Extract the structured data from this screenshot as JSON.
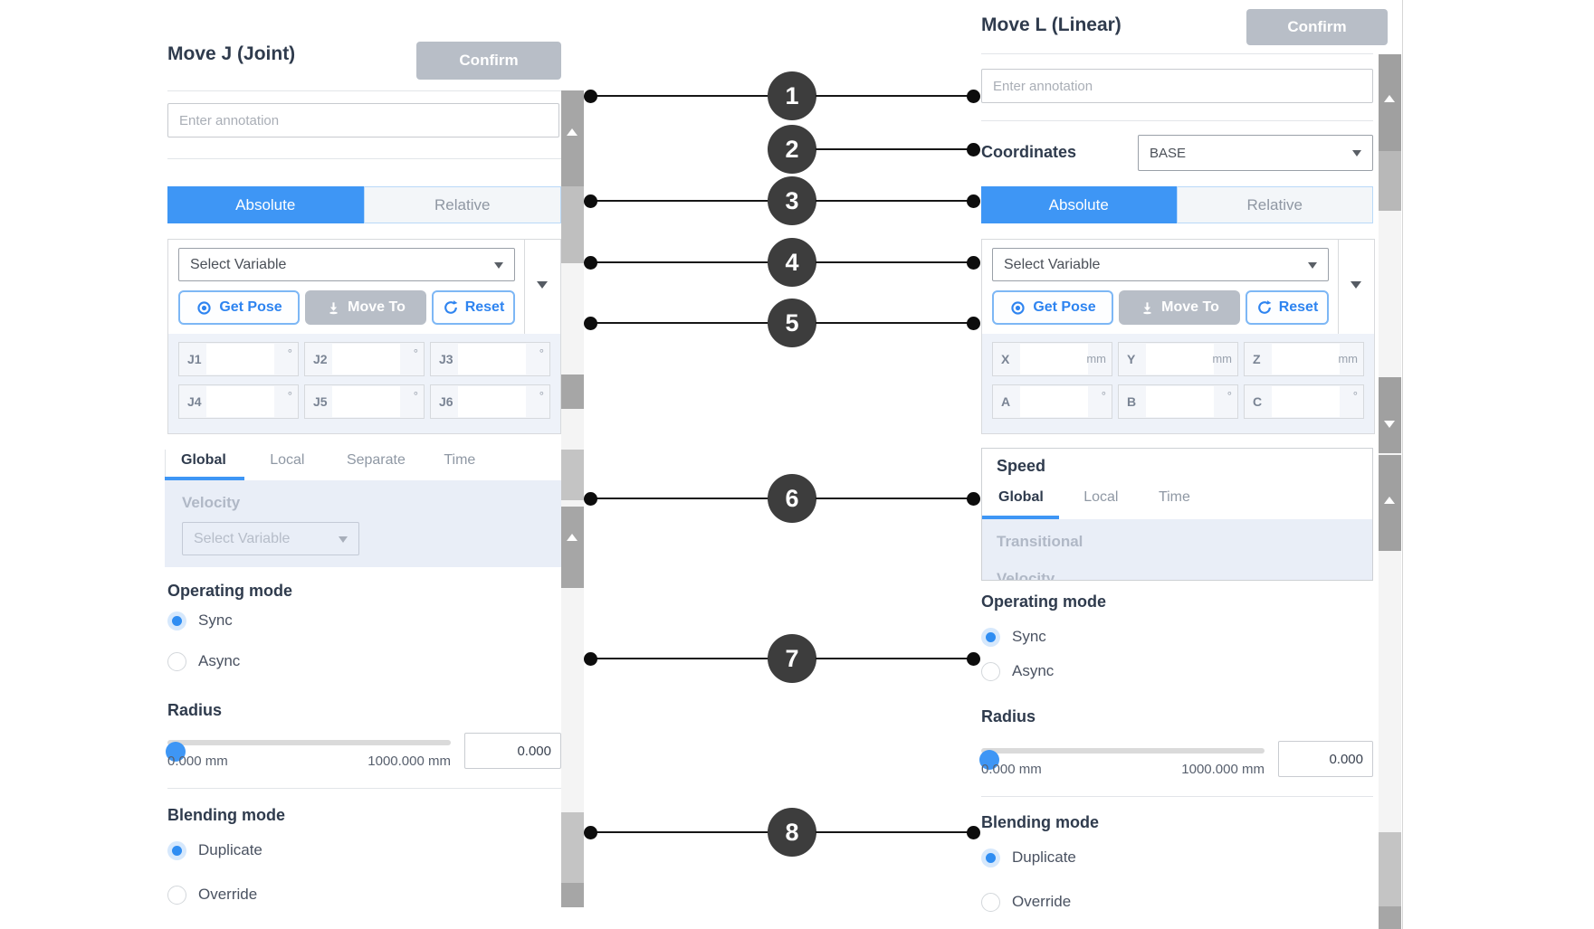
{
  "colors": {
    "accent_blue": "#3e96f5",
    "button_blue_text": "#2e84f0",
    "button_gray": "#b8bec7",
    "callout_dark": "#3d3d3d",
    "light_blue_bg": "#e9eef7"
  },
  "panel_left": {
    "title": "Move J (Joint)",
    "confirm_label": "Confirm",
    "annotation_placeholder": "Enter annotation",
    "mode_tabs": {
      "active": "Absolute",
      "inactive": "Relative"
    },
    "variable_select_placeholder": "Select Variable",
    "pose_buttons": {
      "get_pose": "Get Pose",
      "move_to": "Move To",
      "reset": "Reset"
    },
    "joint_fields": [
      {
        "label": "J1",
        "unit": "°"
      },
      {
        "label": "J2",
        "unit": "°"
      },
      {
        "label": "J3",
        "unit": "°"
      },
      {
        "label": "J4",
        "unit": "°"
      },
      {
        "label": "J5",
        "unit": "°"
      },
      {
        "label": "J6",
        "unit": "°"
      }
    ],
    "speed_tabs": [
      {
        "label": "Global"
      },
      {
        "label": "Local"
      },
      {
        "label": "Separate"
      },
      {
        "label": "Time"
      }
    ],
    "velocity": {
      "label": "Velocity",
      "select_placeholder": "Select Variable"
    },
    "operating_mode": {
      "label": "Operating mode",
      "options": [
        {
          "label": "Sync"
        },
        {
          "label": "Async"
        }
      ]
    },
    "radius": {
      "label": "Radius",
      "min": "0.000 mm",
      "max": "1000.000 mm",
      "value": "0.000"
    },
    "blending_mode": {
      "label": "Blending mode",
      "options": [
        {
          "label": "Duplicate"
        },
        {
          "label": "Override"
        }
      ]
    }
  },
  "panel_right": {
    "title": "Move L (Linear)",
    "confirm_label": "Confirm",
    "annotation_placeholder": "Enter annotation",
    "coordinates": {
      "label": "Coordinates",
      "value": "BASE"
    },
    "mode_tabs": {
      "active": "Absolute",
      "inactive": "Relative"
    },
    "variable_select_placeholder": "Select Variable",
    "pose_buttons": {
      "get_pose": "Get Pose",
      "move_to": "Move To",
      "reset": "Reset"
    },
    "position_fields": [
      {
        "label": "X",
        "unit": "mm"
      },
      {
        "label": "Y",
        "unit": "mm"
      },
      {
        "label": "Z",
        "unit": "mm"
      },
      {
        "label": "A",
        "unit": "°"
      },
      {
        "label": "B",
        "unit": "°"
      },
      {
        "label": "C",
        "unit": "°"
      }
    ],
    "speed": {
      "title": "Speed",
      "tabs": [
        {
          "label": "Global"
        },
        {
          "label": "Local"
        },
        {
          "label": "Time"
        }
      ],
      "transitional_label": "Transitional",
      "clipped_label": "Velocity"
    },
    "operating_mode": {
      "label": "Operating mode",
      "options": [
        {
          "label": "Sync"
        },
        {
          "label": "Async"
        }
      ]
    },
    "radius": {
      "label": "Radius",
      "min": "0.000 mm",
      "max": "1000.000 mm",
      "value": "0.000"
    },
    "blending_mode": {
      "label": "Blending mode",
      "options": [
        {
          "label": "Duplicate"
        },
        {
          "label": "Override"
        }
      ]
    }
  },
  "callouts": [
    {
      "label": "1"
    },
    {
      "label": "2"
    },
    {
      "label": "3"
    },
    {
      "label": "4"
    },
    {
      "label": "5"
    },
    {
      "label": "6"
    },
    {
      "label": "7"
    },
    {
      "label": "8"
    }
  ]
}
